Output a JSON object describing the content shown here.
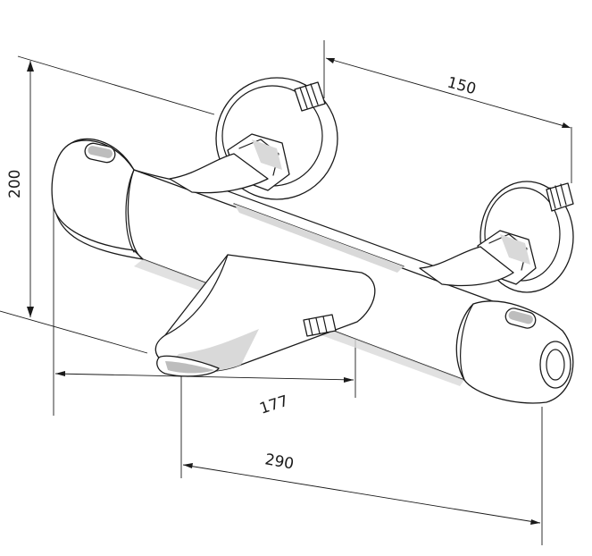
{
  "dimensions": {
    "width_top": "150",
    "height_left": "200",
    "spout_length": "177",
    "total_width": "290"
  }
}
